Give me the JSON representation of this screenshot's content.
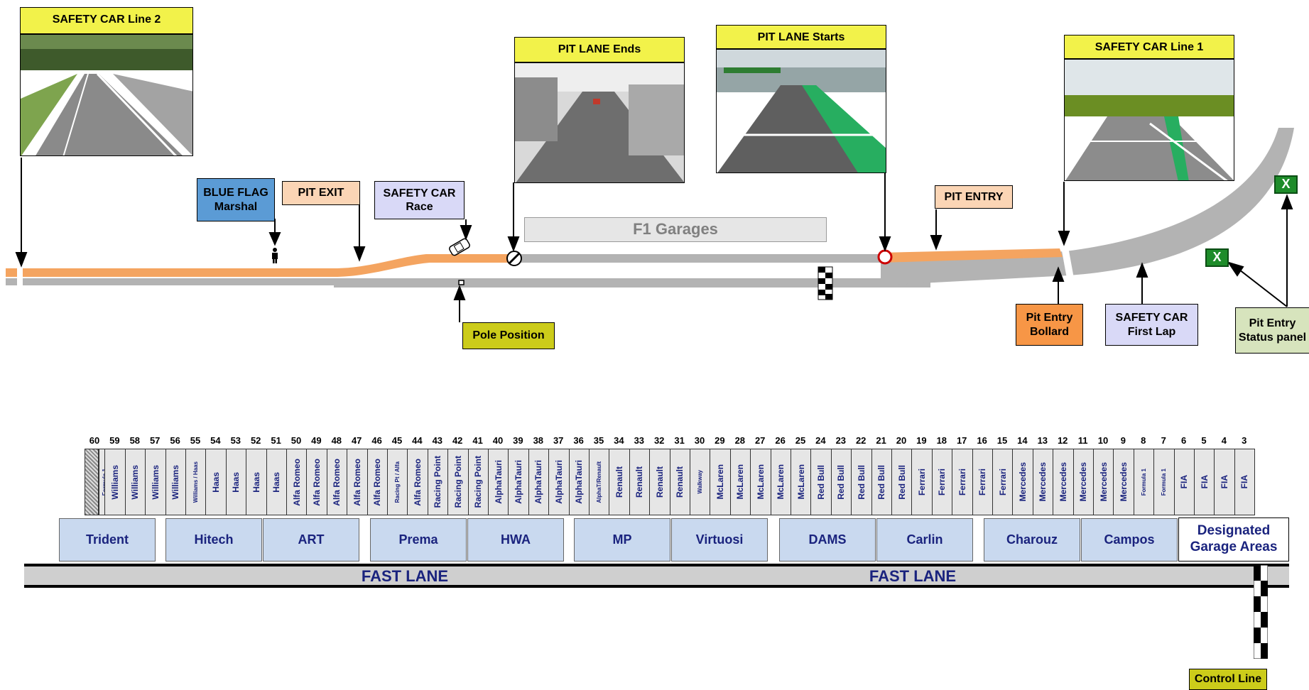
{
  "photos": {
    "sc2": {
      "caption": "SAFETY CAR Line 2"
    },
    "pit_end": {
      "caption": "PIT LANE Ends"
    },
    "pit_start": {
      "caption": "PIT LANE Starts"
    },
    "sc1": {
      "caption": "SAFETY CAR Line 1"
    }
  },
  "labels": {
    "blue_flag": "BLUE FLAG",
    "blue_flag_sub": "Marshal",
    "pit_exit": "PIT EXIT",
    "sc_race": "SAFETY CAR",
    "sc_race_sub": "Race",
    "f1_garages": "F1 Garages",
    "pit_entry": "PIT ENTRY",
    "pole_position": "Pole Position",
    "pit_entry_bollard_1": "Pit Entry",
    "pit_entry_bollard_2": "Bollard",
    "sc_first_lap_1": "SAFETY CAR",
    "sc_first_lap_2": "First Lap",
    "status_panel_1": "Pit Entry",
    "status_panel_2": "Status panel",
    "status_icon": "X",
    "designated_1": "Designated",
    "designated_2": "Garage Areas",
    "fast_lane_left": "FAST LANE",
    "fast_lane_right": "FAST LANE",
    "control_line": "Control Line"
  },
  "colors": {
    "pit_lane_orange": "#f4a460",
    "track_grey": "#b3b3b3",
    "caption_yellow": "#f2f24a",
    "blue_flag": "#5b9bd5",
    "pit_exit": "#fbd5b5",
    "safety_car": "#d9d9f7",
    "pole": "#cccc1a",
    "bollard": "#f79646",
    "status_panel": "#d7e4bd",
    "team_blue": "#c9d9ef",
    "text_navy": "#1a237e"
  },
  "garages": [
    {
      "num": "60",
      "label": "Formula 1",
      "small": true
    },
    {
      "num": "59",
      "label": "Williams"
    },
    {
      "num": "58",
      "label": "Williams"
    },
    {
      "num": "57",
      "label": "Williams"
    },
    {
      "num": "56",
      "label": "Williams"
    },
    {
      "num": "55",
      "label": "Williams / Haas",
      "small": true
    },
    {
      "num": "54",
      "label": "Haas"
    },
    {
      "num": "53",
      "label": "Haas"
    },
    {
      "num": "52",
      "label": "Haas"
    },
    {
      "num": "51",
      "label": "Haas"
    },
    {
      "num": "50",
      "label": "Alfa Romeo"
    },
    {
      "num": "49",
      "label": "Alfa Romeo"
    },
    {
      "num": "48",
      "label": "Alfa Romeo"
    },
    {
      "num": "47",
      "label": "Alfa Romeo"
    },
    {
      "num": "46",
      "label": "Alfa Romeo"
    },
    {
      "num": "45",
      "label": "Racing Pt / Alfa",
      "small": true
    },
    {
      "num": "44",
      "label": "Alfa Romeo"
    },
    {
      "num": "43",
      "label": "Racing Point"
    },
    {
      "num": "42",
      "label": "Racing Point"
    },
    {
      "num": "41",
      "label": "Racing Point"
    },
    {
      "num": "40",
      "label": "AlphaTauri"
    },
    {
      "num": "39",
      "label": "AlphaTauri"
    },
    {
      "num": "38",
      "label": "AlphaTauri"
    },
    {
      "num": "37",
      "label": "AlphaTauri"
    },
    {
      "num": "36",
      "label": "AlphaTauri"
    },
    {
      "num": "35",
      "label": "AlphaT/Renault",
      "small": true
    },
    {
      "num": "34",
      "label": "Renault"
    },
    {
      "num": "33",
      "label": "Renault"
    },
    {
      "num": "32",
      "label": "Renault"
    },
    {
      "num": "31",
      "label": "Renault"
    },
    {
      "num": "30",
      "label": "Walkway",
      "small": true
    },
    {
      "num": "29",
      "label": "McLaren"
    },
    {
      "num": "28",
      "label": "McLaren"
    },
    {
      "num": "27",
      "label": "McLaren"
    },
    {
      "num": "26",
      "label": "McLaren"
    },
    {
      "num": "25",
      "label": "McLaren"
    },
    {
      "num": "24",
      "label": "Red Bull"
    },
    {
      "num": "23",
      "label": "Red Bull"
    },
    {
      "num": "22",
      "label": "Red Bull"
    },
    {
      "num": "21",
      "label": "Red Bull"
    },
    {
      "num": "20",
      "label": "Red Bull"
    },
    {
      "num": "19",
      "label": "Ferrari"
    },
    {
      "num": "18",
      "label": "Ferrari"
    },
    {
      "num": "17",
      "label": "Ferrari"
    },
    {
      "num": "16",
      "label": "Ferrari"
    },
    {
      "num": "15",
      "label": "Ferrari"
    },
    {
      "num": "14",
      "label": "Mercedes"
    },
    {
      "num": "13",
      "label": "Mercedes"
    },
    {
      "num": "12",
      "label": "Mercedes"
    },
    {
      "num": "11",
      "label": "Mercedes"
    },
    {
      "num": "10",
      "label": "Mercedes"
    },
    {
      "num": "9",
      "label": "Mercedes"
    },
    {
      "num": "8",
      "label": "Formula 1",
      "small": true
    },
    {
      "num": "7",
      "label": "Formula 1",
      "small": true
    },
    {
      "num": "6",
      "label": "FIA"
    },
    {
      "num": "5",
      "label": "FIA"
    },
    {
      "num": "4",
      "label": "FIA"
    },
    {
      "num": "3",
      "label": "FIA"
    }
  ],
  "teams": [
    "Trident",
    "Hitech",
    "ART",
    "Prema",
    "HWA",
    "MP",
    "Virtuosi",
    "DAMS",
    "Carlin",
    "Charouz",
    "Campos"
  ]
}
